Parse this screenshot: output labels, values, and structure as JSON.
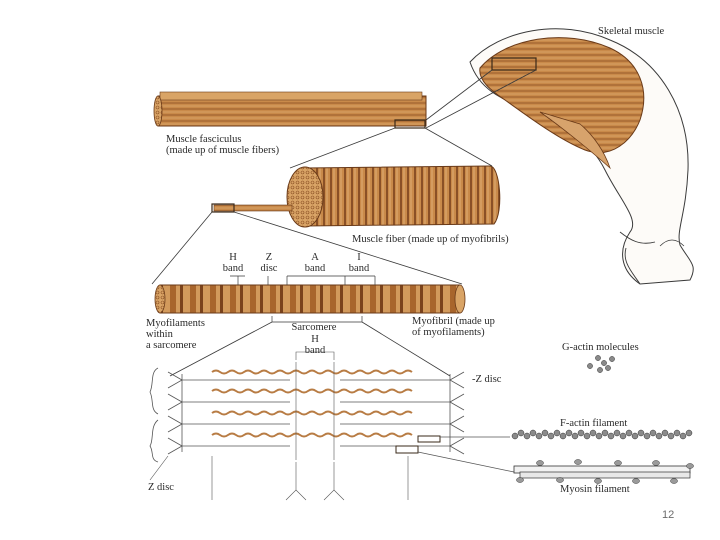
{
  "labels": {
    "skeletal_muscle": "Skeletal muscle",
    "fasciculus": "Muscle fasciculus\n(made up of muscle fibers)",
    "fiber": "Muscle fiber (made up of myofibrils)",
    "h_band": "H\nband",
    "z_disc": "Z\ndisc",
    "a_band": "A\nband",
    "i_band": "I\nband",
    "myofilaments": "Myofilaments\nwithin\na sarcomere",
    "myofibril": "Myofibril (made up\nof myofilaments)",
    "sarcomere": "Sarcomere",
    "h_band_lower": "H\nband",
    "z_disc_right": "-Z disc",
    "z_disc_lower": "Z disc",
    "g_actin": "G-actin molecules",
    "f_actin": "F-actin filament",
    "myosin": "Myosin filament"
  },
  "page_number": "12",
  "colors": {
    "muscle": "#c98a4a",
    "muscle_dark": "#8a4e22",
    "muscle_light": "#e2b07a",
    "ink": "#2a2a2a",
    "filament": "#b87c44"
  }
}
